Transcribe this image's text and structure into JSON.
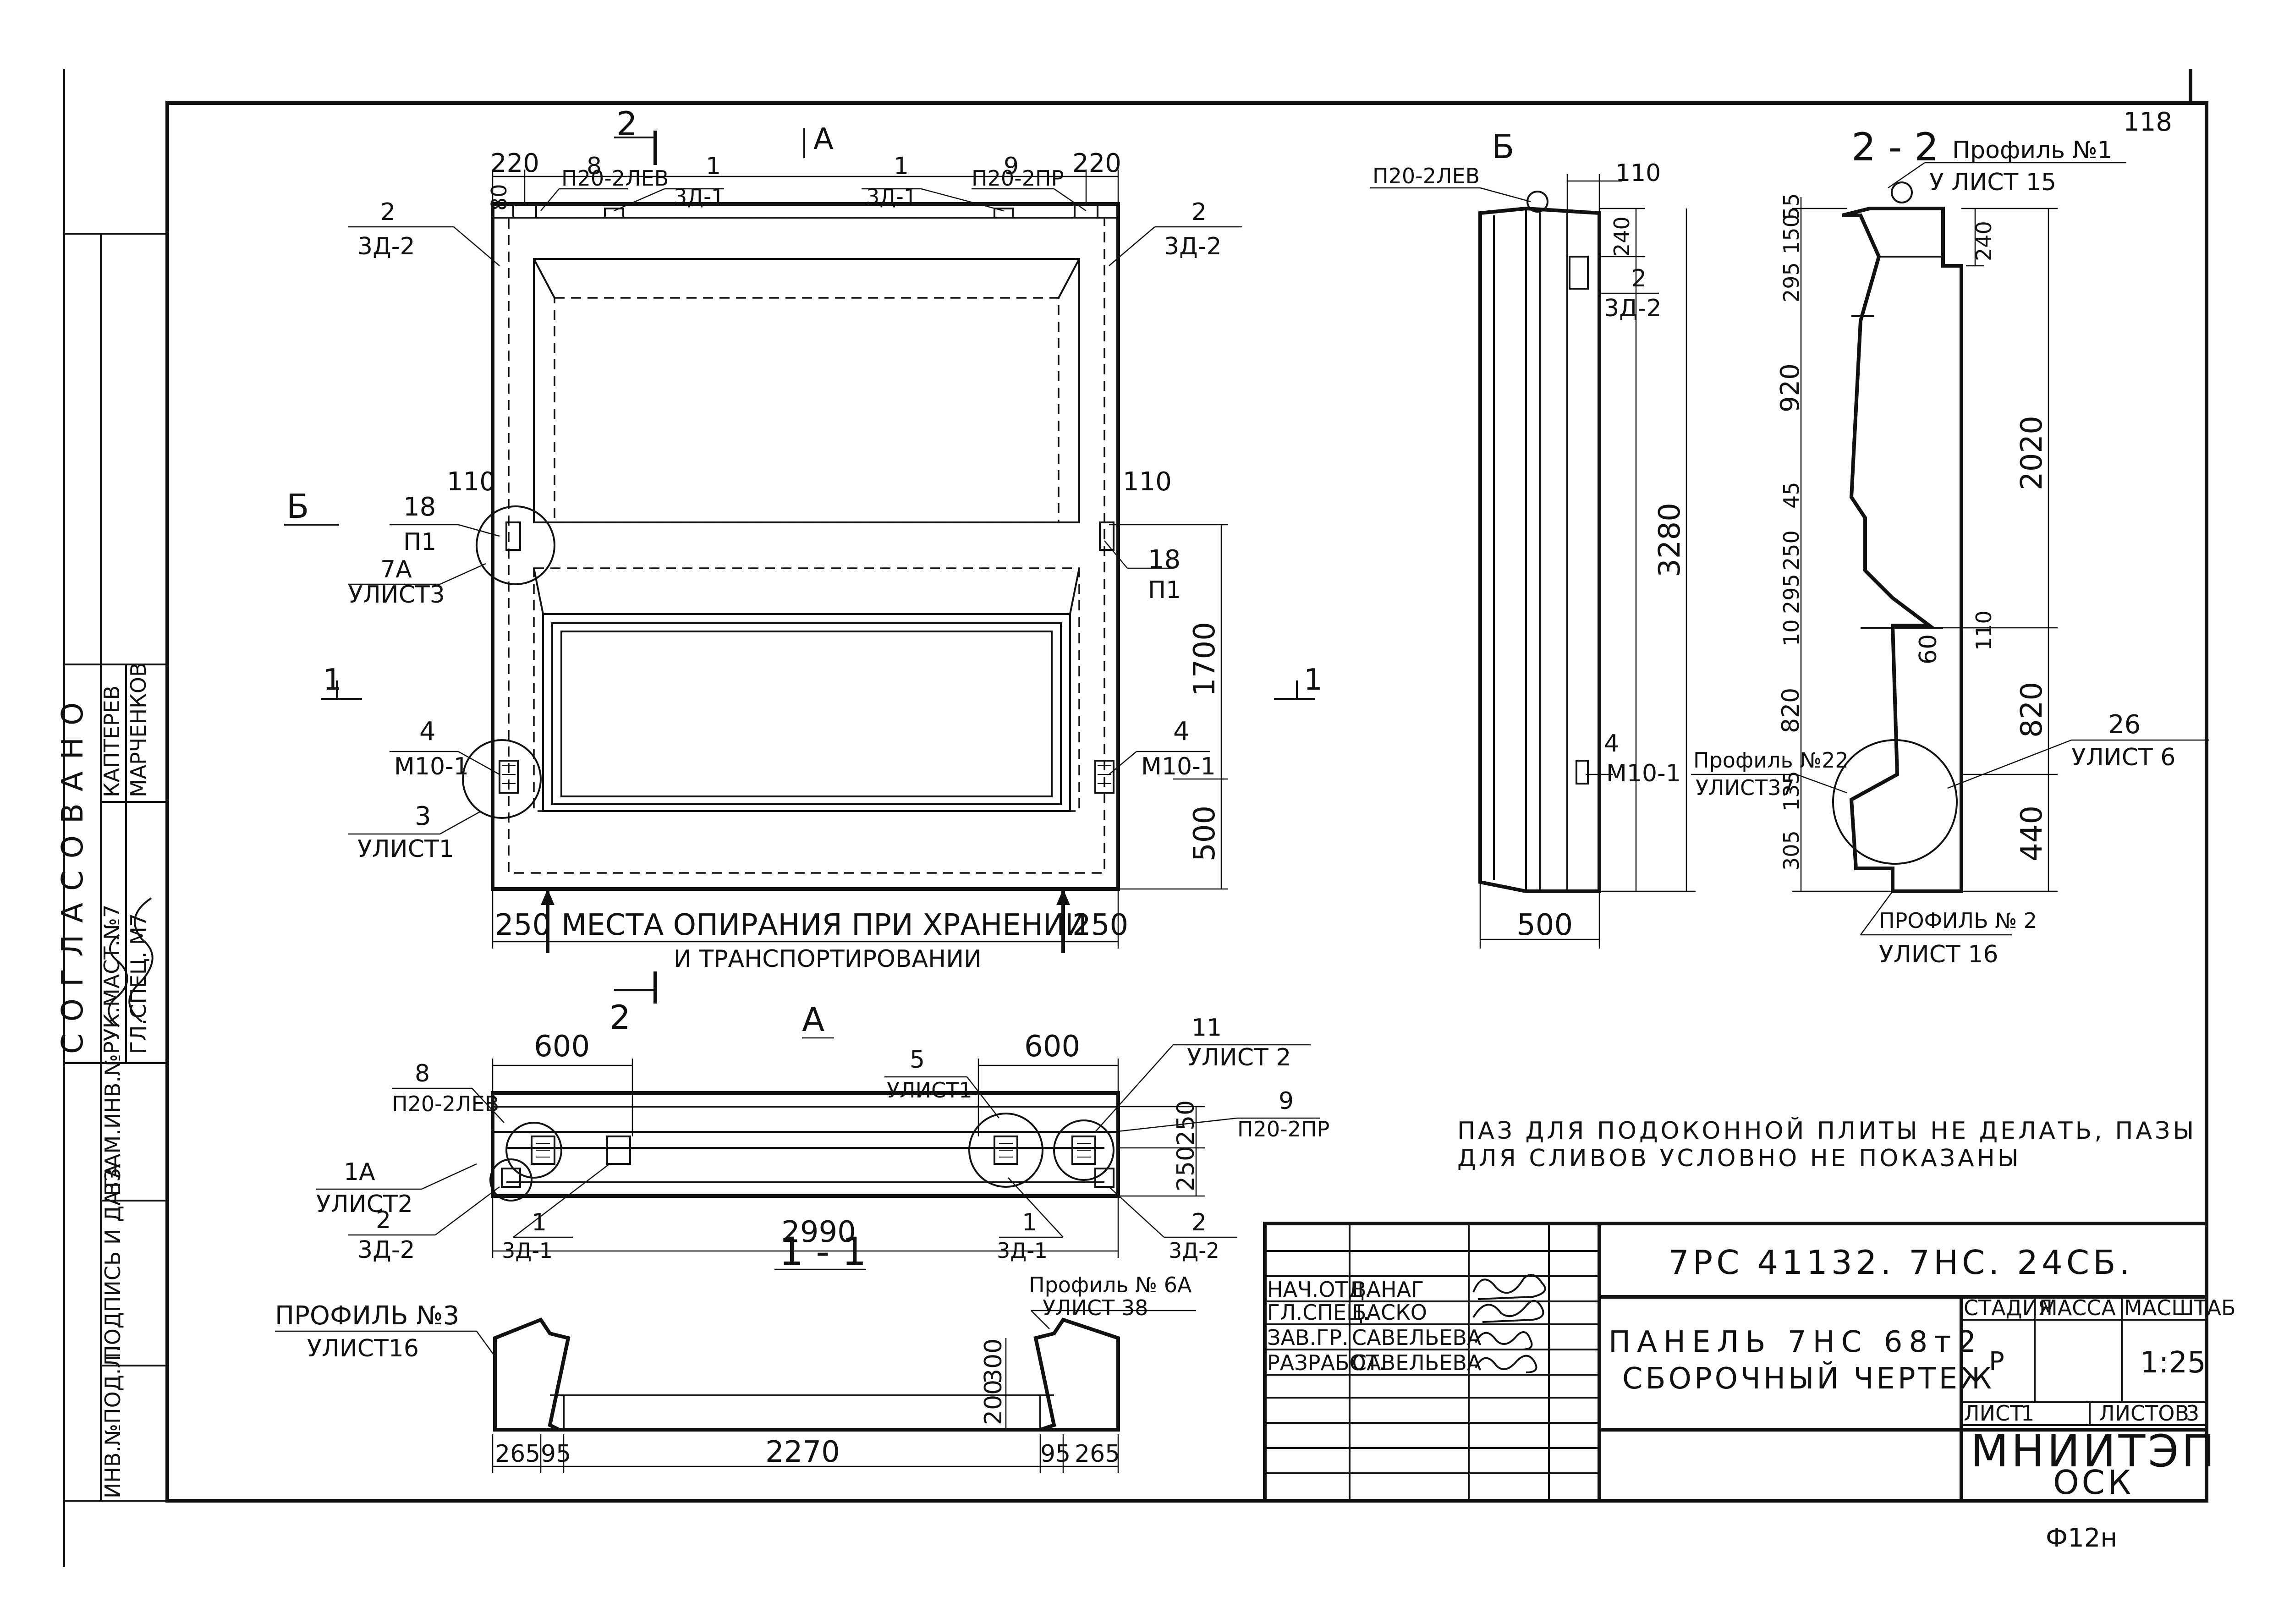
{
  "sheet_number_top": "118",
  "sheet_number_bottom": "Ф12н",
  "approval": {
    "header": "СОГЛАСОВАНО",
    "rows": [
      {
        "role": "РУК.МАСТ.№7",
        "name": "КАПТЕРЕВ"
      },
      {
        "role": "ГЛ.СПЕЦ. М7",
        "name": "МАРЧЕНКОВ"
      }
    ]
  },
  "left_strip": [
    "ВЗАМ.ИНВ.№",
    "ПОДПИСЬ И ДАТА",
    "ИНВ.№ПОД.Л."
  ],
  "front_view": {
    "dims_top_left": "220",
    "dims_top_right": "220",
    "dim_80": "80",
    "left_110": "110",
    "right_110": "110",
    "dim_1700": "1700",
    "dim_500": "500",
    "dim_250_left": "250",
    "dim_250_right": "250",
    "support_note_1": "МЕСТА ОПИРАНИЯ ПРИ ХРАНЕНИИ",
    "support_note_2": "И ТРАНСПОРТИРОВАНИИ",
    "callouts": [
      {
        "num": "8",
        "ref": "П20-2ЛЕВ"
      },
      {
        "num": "1",
        "ref": "3Д-1"
      },
      {
        "num": "1",
        "ref": "3Д-1"
      },
      {
        "num": "9",
        "ref": "П20-2ПР"
      },
      {
        "num": "2",
        "ref": "3Д-2"
      },
      {
        "num": "2",
        "ref": "3Д-2"
      },
      {
        "num": "18",
        "ref": "П1"
      },
      {
        "num": "7А",
        "ref": "УЛИСТ3"
      },
      {
        "num": "18",
        "ref": "П1"
      },
      {
        "num": "4",
        "ref": "М10-1"
      },
      {
        "num": "3",
        "ref": "УЛИСТ1"
      },
      {
        "num": "4",
        "ref": "М10-1"
      }
    ],
    "section_marks": {
      "a": "А",
      "b": "Б",
      "s1": "1",
      "s2": "2"
    }
  },
  "side_view_b": {
    "title": "Б",
    "dim_110": "110",
    "dim_240": "240",
    "dim_3280": "3280",
    "dim_500": "500",
    "callouts": [
      {
        "num": "",
        "ref": "П20-2ЛЕВ"
      },
      {
        "num": "2",
        "ref": "3Д-2"
      },
      {
        "num": "4",
        "ref": "М10-1"
      }
    ]
  },
  "section_2_2": {
    "title": "2 - 2",
    "dims_left": [
      "55",
      "150",
      "295",
      "920",
      "45",
      "250",
      "295",
      "10",
      "820",
      "135",
      "305"
    ],
    "dim_240": "240",
    "dim_2020": "2020",
    "dim_110": "110",
    "dim_60": "60",
    "dim_820": "820",
    "dim_440": "440",
    "callouts": [
      {
        "num": "Профиль №1",
        "ref": "У ЛИСТ 15"
      },
      {
        "num": "Профиль №22",
        "ref": "УЛИСТ37"
      },
      {
        "num": "26",
        "ref": "УЛИСТ 6"
      },
      {
        "num": "ПРОФИЛЬ № 2",
        "ref": "УЛИСТ 16"
      }
    ]
  },
  "plan_view_a": {
    "title": "А",
    "dim_600_left": "600",
    "dim_600_right": "600",
    "dim_2990": "2990",
    "dim_250_top": "250",
    "dim_250_bottom": "250",
    "callouts": [
      {
        "num": "8",
        "ref": "П20-2ЛЕВ"
      },
      {
        "num": "5",
        "ref": "УЛИСТ1"
      },
      {
        "num": "11",
        "ref": "УЛИСТ 2"
      },
      {
        "num": "9",
        "ref": "П20-2ПР"
      },
      {
        "num": "1А",
        "ref": "УЛИСТ2"
      },
      {
        "num": "2",
        "ref": "3Д-2"
      },
      {
        "num": "1",
        "ref": "3Д-1"
      },
      {
        "num": "1",
        "ref": "3Д-1"
      },
      {
        "num": "2",
        "ref": "3Д-2"
      }
    ]
  },
  "section_1_1": {
    "title": "1 - 1",
    "dim_300": "300",
    "dim_200": "200",
    "dims_bottom": [
      "265",
      "95",
      "2270",
      "95",
      "265"
    ],
    "callouts": [
      {
        "num": "ПРОФИЛЬ №3",
        "ref": "УЛИСТ16"
      },
      {
        "num": "Профиль № 6А",
        "ref": "УЛИСТ 38"
      }
    ]
  },
  "note": {
    "line1": "ПАЗ ДЛЯ ПОДОКОННОЙ ПЛИТЫ НЕ ДЕЛАТЬ, ПАЗЫ",
    "line2": "ДЛЯ СЛИВОВ УСЛОВНО НЕ ПОКАЗАНЫ"
  },
  "title_block": {
    "code": "7РС 41132. 7НС. 24СБ.",
    "name_line1": "ПАНЕЛЬ 7НС 68т2",
    "name_line2": "СБОРОЧНЫЙ ЧЕРТЕЖ",
    "headers": {
      "stage": "СТАДИЯ",
      "mass": "МАССА",
      "scale": "МАСШТАБ"
    },
    "stage": "Р",
    "mass": "",
    "scale": "1:25",
    "sheet_label": "ЛИСТ",
    "sheet_value": "1",
    "sheets_label": "ЛИСТОВ",
    "sheets_value": "3",
    "org": "МНИИТЭП",
    "dept": "ОСК",
    "people": [
      {
        "role": "НАЧ.ОТД.",
        "name": "ВАНАГ"
      },
      {
        "role": "ГЛ.СПЕЦ.",
        "name": "БАСКО"
      },
      {
        "role": "ЗАВ.ГР.",
        "name": "САВЕЛЬЕВА"
      },
      {
        "role": "РАЗРАБОТ.",
        "name": "САВЕЛЬЕВА"
      }
    ]
  }
}
